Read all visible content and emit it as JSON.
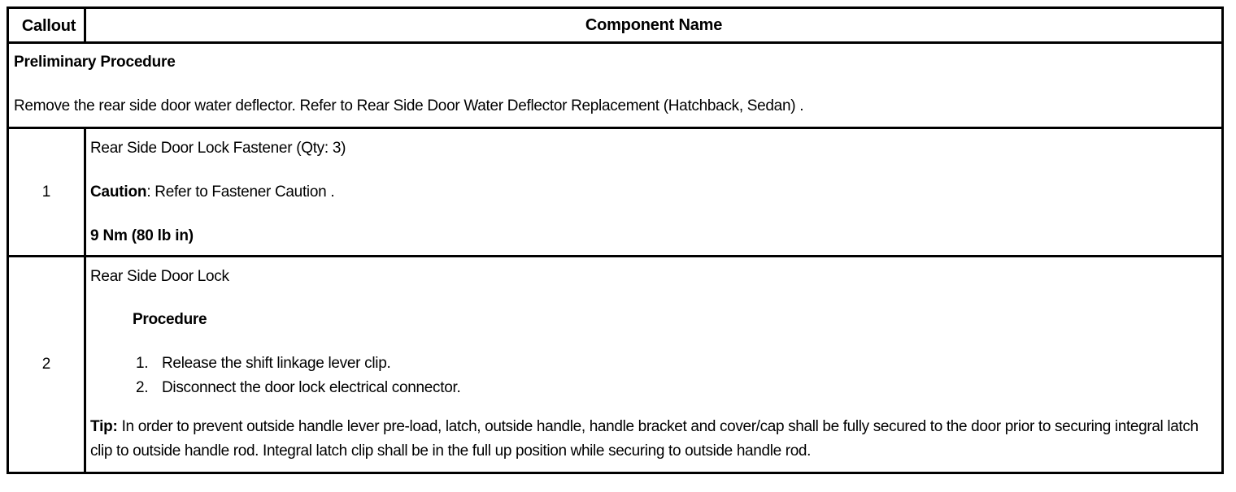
{
  "table": {
    "headers": {
      "callout": "Callout",
      "component_name": "Component Name"
    },
    "preliminary": {
      "heading": "Preliminary Procedure",
      "text": "Remove the rear side door water deflector. Refer to Rear Side Door Water Deflector Replacement (Hatchback, Sedan) ."
    },
    "rows": [
      {
        "callout": "1",
        "title": "Rear Side Door Lock Fastener (Qty: 3)",
        "caution_label": "Caution",
        "caution_text": ": Refer to Fastener Caution .",
        "torque": "9 Nm (80 lb in)"
      },
      {
        "callout": "2",
        "title": "Rear Side Door Lock",
        "procedure_heading": "Procedure",
        "steps": [
          {
            "marker": "1.",
            "text": "Release the shift linkage lever clip."
          },
          {
            "marker": "2.",
            "text": "Disconnect the door lock electrical connector."
          }
        ],
        "tip_label": "Tip:",
        "tip_text": " In order to prevent outside handle lever pre-load, latch, outside handle, handle bracket and cover/cap shall be fully secured to the door prior to securing integral latch clip to outside handle rod. Integral latch clip shall be in the full up position while securing to outside handle rod."
      }
    ]
  }
}
